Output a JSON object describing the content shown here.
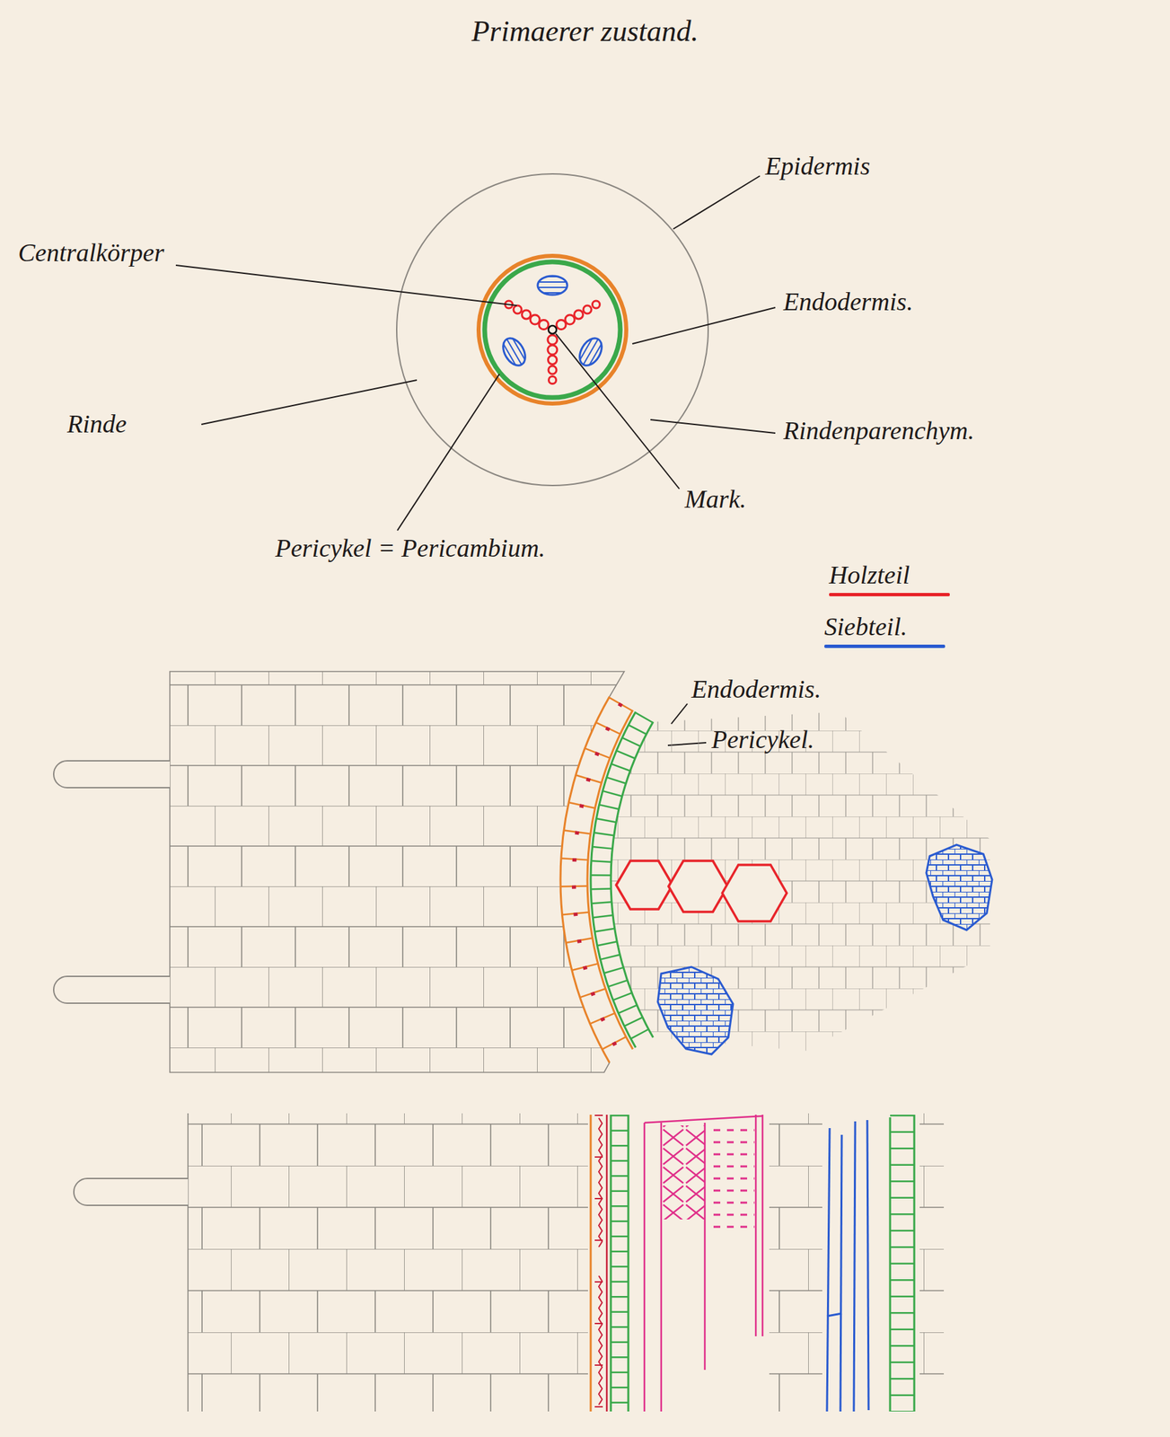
{
  "diagram": {
    "title": "Primaerer zustand.",
    "labels": [
      "Epidermis",
      "Centralkörper",
      "Endodermis.",
      "Rinde",
      "Rindenparenchym.",
      "Mark.",
      "Pericykel = Pericambium.",
      "Endodermis.",
      "Pericykel."
    ],
    "legend": [
      {
        "text": "Holzteil",
        "color": "#e8242a"
      },
      {
        "text": "Siebteil.",
        "color": "#2a5bd0"
      }
    ]
  }
}
